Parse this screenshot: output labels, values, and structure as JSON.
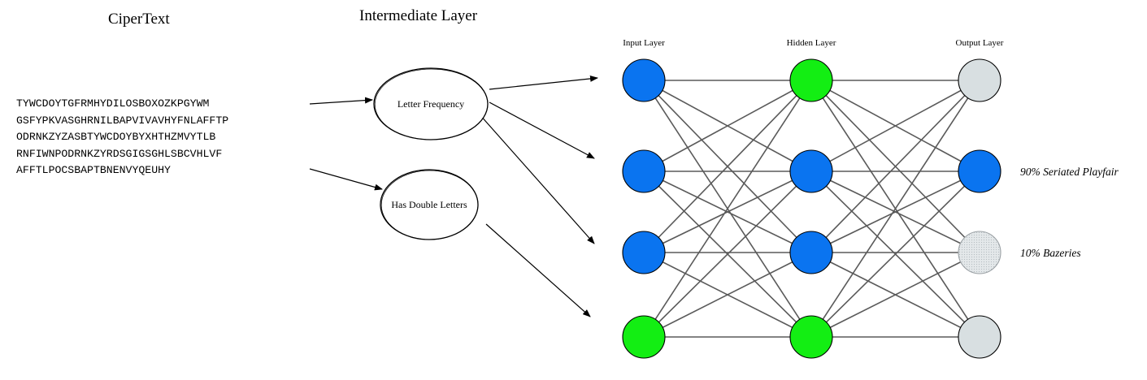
{
  "ciphertext_title": "CiperText",
  "intermediate_title": "Intermediate Layer",
  "ciphertext_lines": [
    "TYWCDOYTGFRMHYDILOSBOXOZKPGYWM",
    "GSFYPKVASGHRNILBAPVIVAVHYFNLAFFTP",
    "ODRNKZYZASBTYWCDOYBYXHTHZMVYTLB",
    "RNFIWNPODRNKZYRDSGIGSGHLSBCVHLVF",
    "AFFTLPOCSBAPTBNENVYQEUHY"
  ],
  "features": [
    {
      "label": "Letter Frequency"
    },
    {
      "label": "Has Double Letters"
    }
  ],
  "network": {
    "layers": [
      {
        "label": "Input Layer",
        "nodes": [
          "blue",
          "blue",
          "blue",
          "green"
        ]
      },
      {
        "label": "Hidden Layer",
        "nodes": [
          "green",
          "blue",
          "blue",
          "green"
        ]
      },
      {
        "label": "Output Layer",
        "nodes": [
          "gray",
          "blue",
          "hatched",
          "gray"
        ]
      }
    ],
    "output_labels": [
      {
        "node": 1,
        "text": "90% Seriated Playfair"
      },
      {
        "node": 2,
        "text": "10% Bazeries"
      }
    ]
  },
  "colors": {
    "blue": "#0a74f0",
    "green": "#13ee13",
    "gray": "#d8dfe1",
    "edge": "#5a5a5a"
  }
}
